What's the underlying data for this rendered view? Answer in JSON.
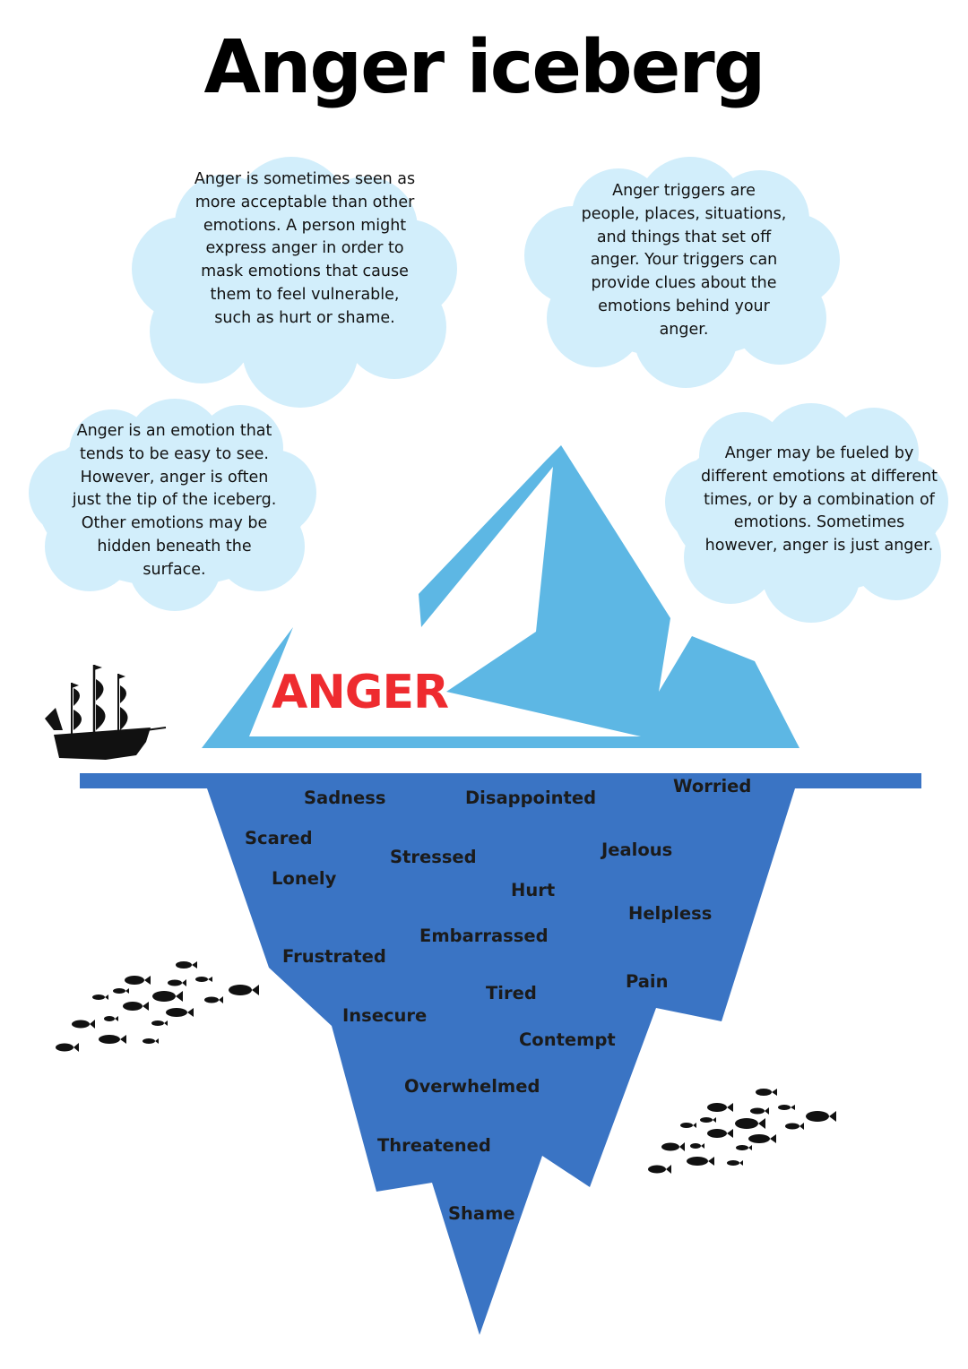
{
  "title": "Anger iceberg",
  "iceberg_label": "ANGER",
  "clouds": [
    "Anger is sometimes seen as more acceptable than other emotions. A person might express anger in order to mask emotions that cause them to feel vulnerable, such as hurt or shame.",
    "Anger triggers are people, places, situations, and things that set off anger. Your triggers can provide clues about the emotions behind your anger.",
    "Anger is an emotion that tends to be easy to see. However, anger is often just the tip of the iceberg. Other emotions may be hidden beneath the surface.",
    "Anger may be fueled by different emotions at different times, or by a combination of emotions. Sometimes however, anger is just anger."
  ],
  "hidden_emotions": [
    "Sadness",
    "Disappointed",
    "Worried",
    "Scared",
    "Stressed",
    "Jealous",
    "Lonely",
    "Hurt",
    "Helpless",
    "Embarrassed",
    "Frustrated",
    "Pain",
    "Tired",
    "Insecure",
    "Contempt",
    "Overwhelmed",
    "Threatened",
    "Shame"
  ],
  "icons": [
    "sailing-ship-icon",
    "fish-school-icon"
  ],
  "colors": {
    "cloud": "#d2eefb",
    "iceberg_top": "#5db7e4",
    "water_line": "#3a74c4",
    "iceberg_bottom": "#3a74c4",
    "anger_word": "#ee2b2f",
    "silhouette": "#111111"
  }
}
